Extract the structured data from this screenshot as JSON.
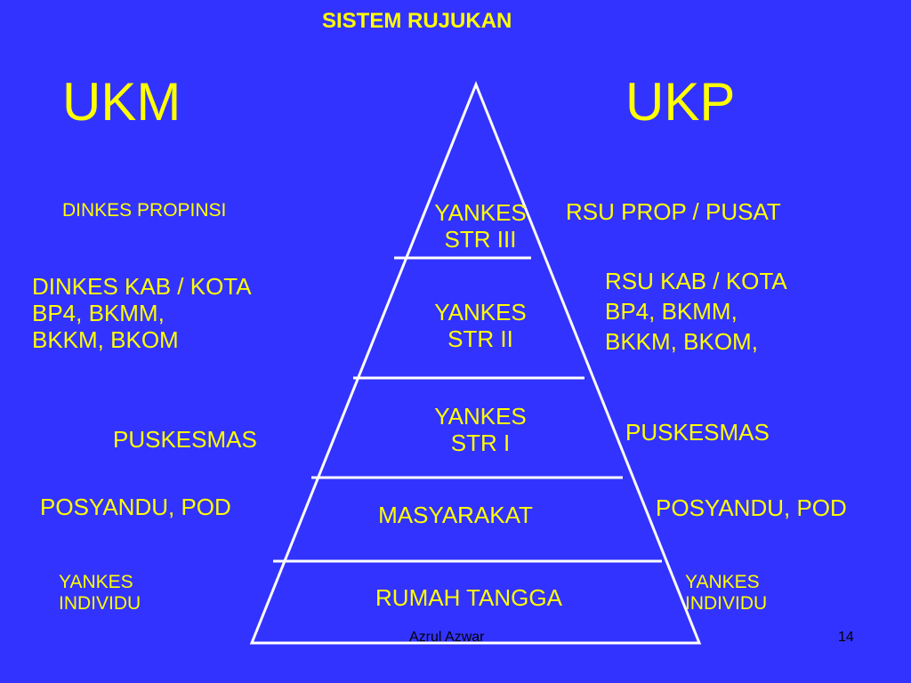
{
  "title": "SISTEM RUJUKAN",
  "left_heading": "UKM",
  "right_heading": "UKP",
  "pyramid_levels": {
    "str3": [
      "YANKES",
      "STR III"
    ],
    "str2": [
      "YANKES",
      "STR II"
    ],
    "str1": [
      "YANKES",
      "STR I"
    ],
    "community": "MASYARAKAT",
    "household": "RUMAH TANGGA"
  },
  "left": {
    "province": "DINKES  PROPINSI",
    "district": [
      "DINKES KAB / KOTA",
      "BP4, BKMM,",
      "BKKM, BKOM"
    ],
    "puskesmas": "PUSKESMAS",
    "posyandu": "POSYANDU, POD",
    "individual": [
      "YANKES",
      "INDIVIDU"
    ]
  },
  "right": {
    "province": "RSU PROP / PUSAT",
    "district": [
      "RSU KAB / KOTA",
      "BP4,  BKMM,",
      "BKKM, BKOM,"
    ],
    "puskesmas": "PUSKESMAS",
    "posyandu": "POSYANDU, POD",
    "individual": [
      "YANKES",
      "INDIVIDU"
    ]
  },
  "footer": {
    "author": "Azrul Azwar",
    "page": "14"
  },
  "colors": {
    "background": "#3333ff",
    "text": "#ffff00",
    "lines": "#ffffff"
  }
}
